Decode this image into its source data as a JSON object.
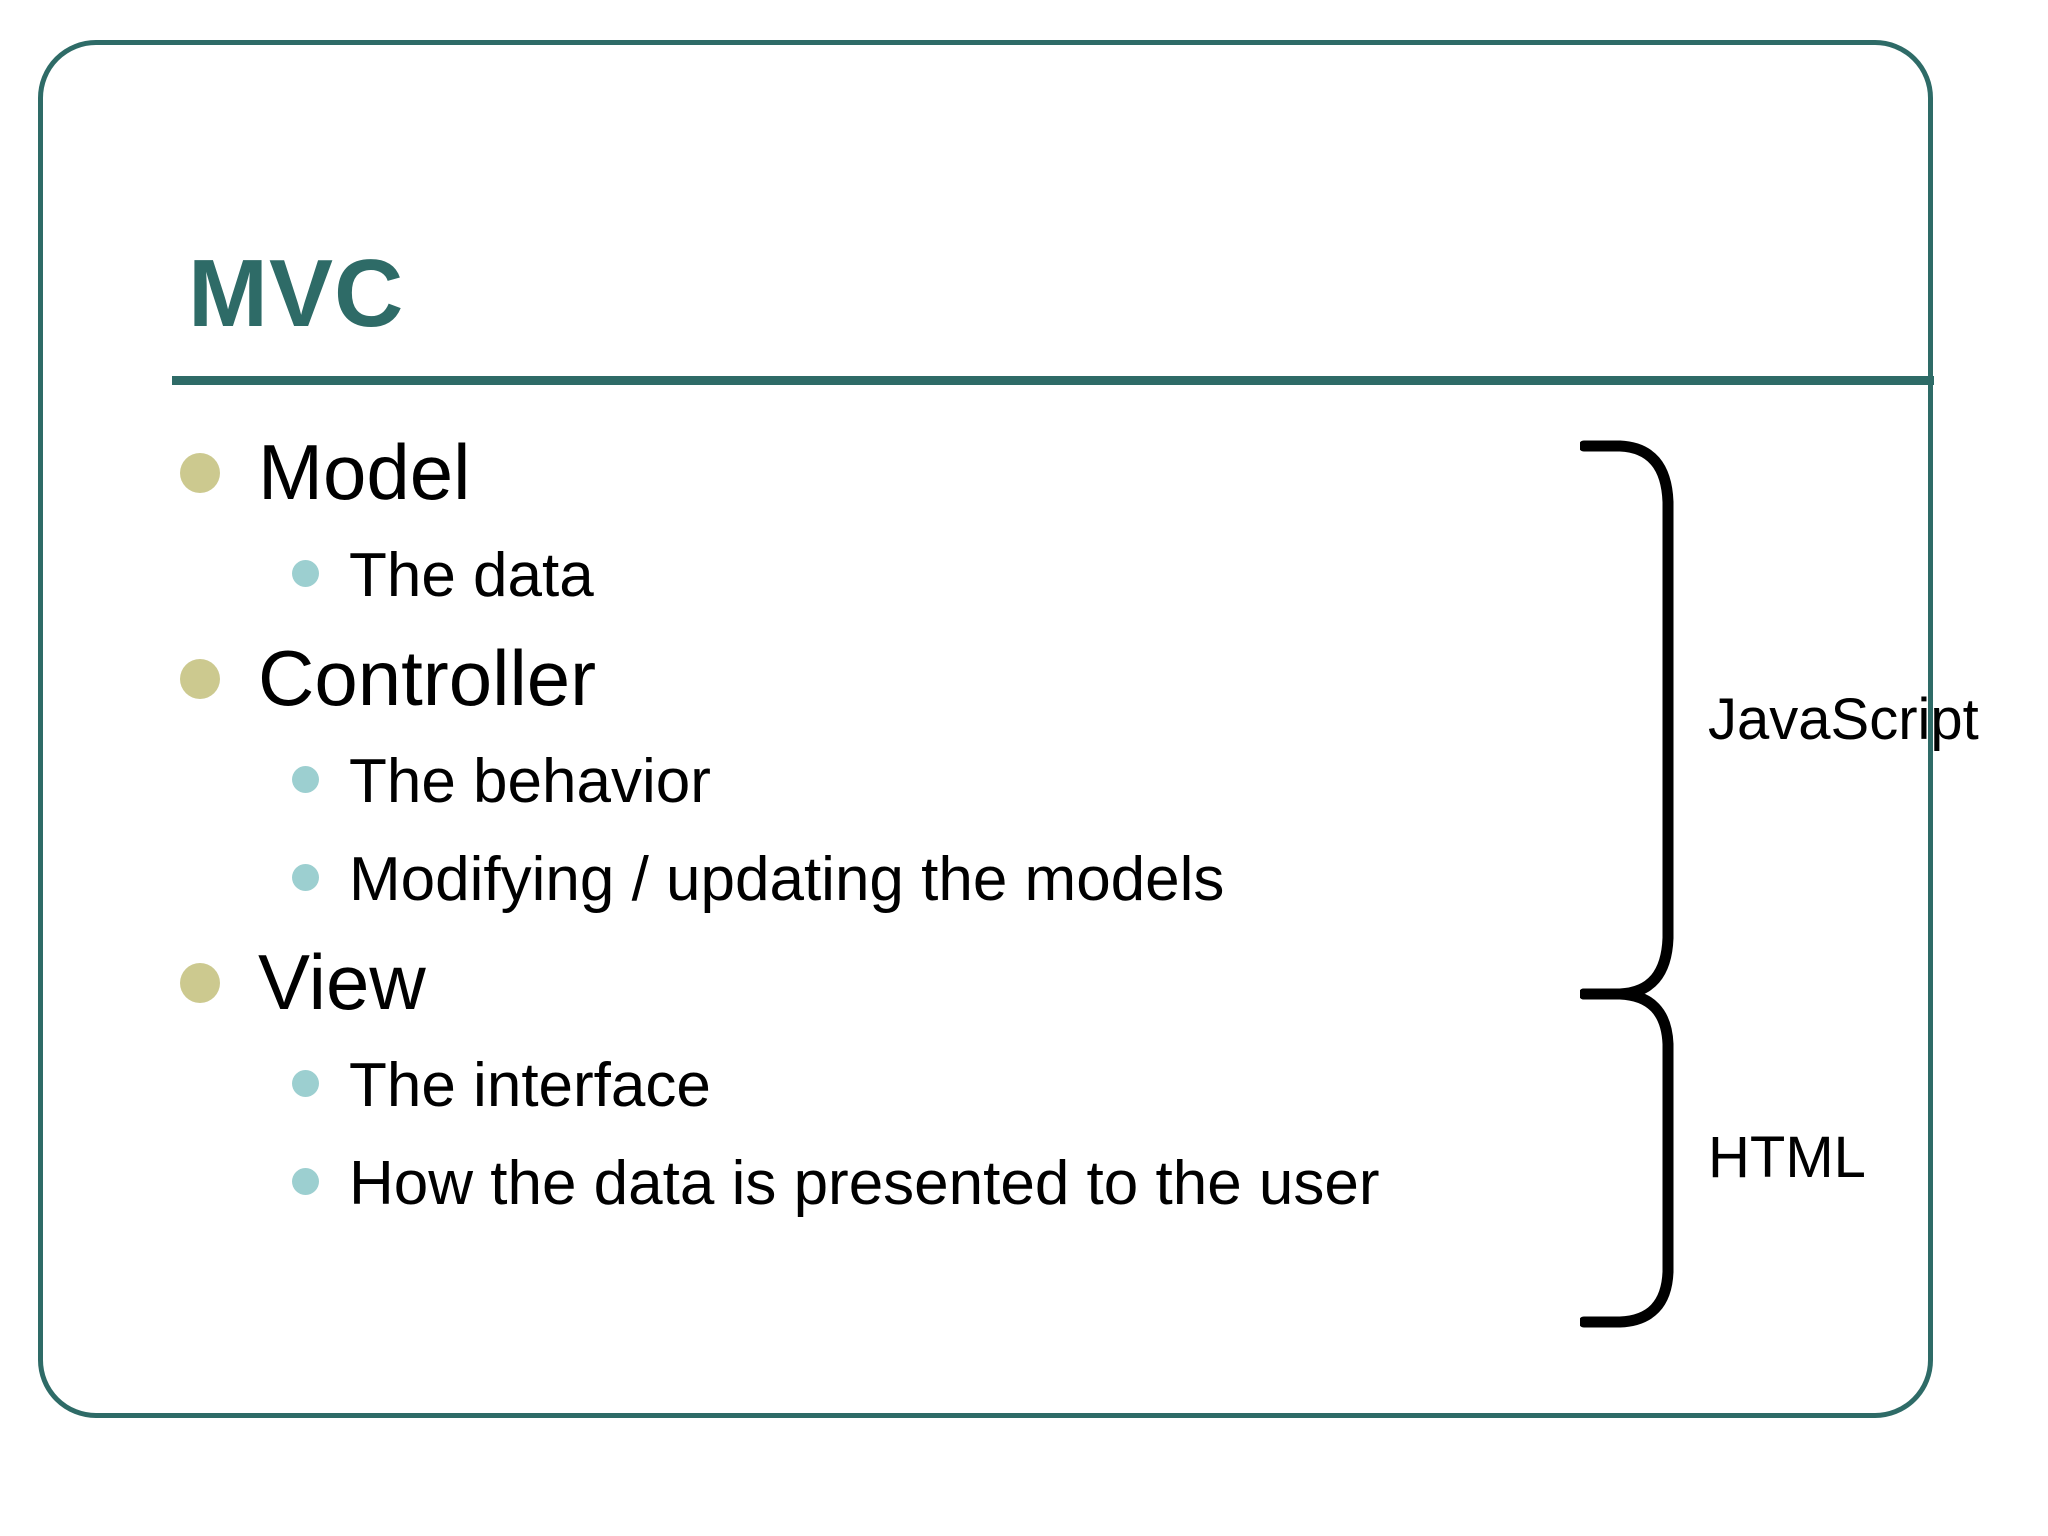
{
  "slide": {
    "title": "MVC",
    "frame_color": "#2e6b67",
    "title_color": "#2e6b67",
    "level1_bullet_color": "#ccc98f",
    "level2_bullet_color": "#9ccfd0",
    "text_color": "#000000",
    "background_color": "#ffffff"
  },
  "bullets": [
    {
      "level": 1,
      "text": "Model"
    },
    {
      "level": 2,
      "text": "The data"
    },
    {
      "level": 1,
      "text": "Controller"
    },
    {
      "level": 2,
      "text": "The behavior"
    },
    {
      "level": 2,
      "text": "Modifying / updating the models"
    },
    {
      "level": 1,
      "text": "View"
    },
    {
      "level": 2,
      "text": "The interface"
    },
    {
      "level": 2,
      "text": "How the data is presented to the user"
    }
  ],
  "annotations": [
    {
      "label": "JavaScript",
      "covers": "Model, The data, Controller, The behavior, Modifying / updating the models"
    },
    {
      "label": "HTML",
      "covers": "View, The interface, How the data is presented to the user"
    }
  ]
}
